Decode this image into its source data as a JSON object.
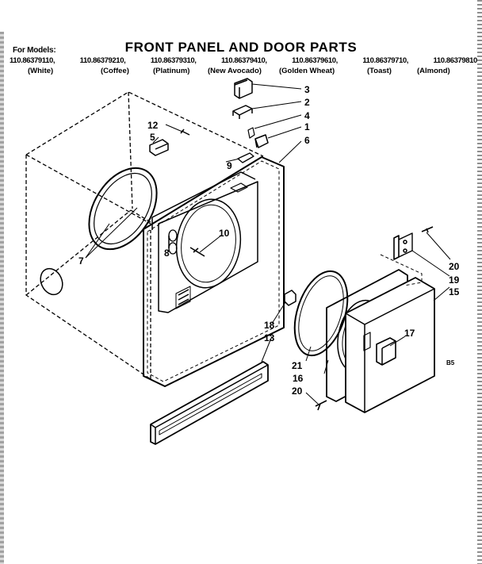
{
  "header": {
    "for_models": "For Models:",
    "title": "FRONT PANEL AND DOOR PARTS",
    "models": [
      "110.86379110,",
      "110.86379210,",
      "110.86379310,",
      "110.86379410,",
      "110.86379610,",
      "110.86379710,",
      "110.86379810"
    ],
    "colors": [
      "(White)",
      "(Coffee)",
      "(Platinum)",
      "(New Avocado)",
      "(Golden Wheat)",
      "(Toast)",
      "(Almond)"
    ]
  },
  "callouts": {
    "p1": "1",
    "p2": "2",
    "p3": "3",
    "p4": "4",
    "p5": "5",
    "p6": "6",
    "p7": "7",
    "p8": "8",
    "p9": "9",
    "p10": "10",
    "p12": "12",
    "p13": "13",
    "p15": "15",
    "p16": "16",
    "p17": "17",
    "p18": "18",
    "p19": "19",
    "p20a": "20",
    "p20b": "20",
    "p21": "21"
  },
  "corner_code": "B5"
}
